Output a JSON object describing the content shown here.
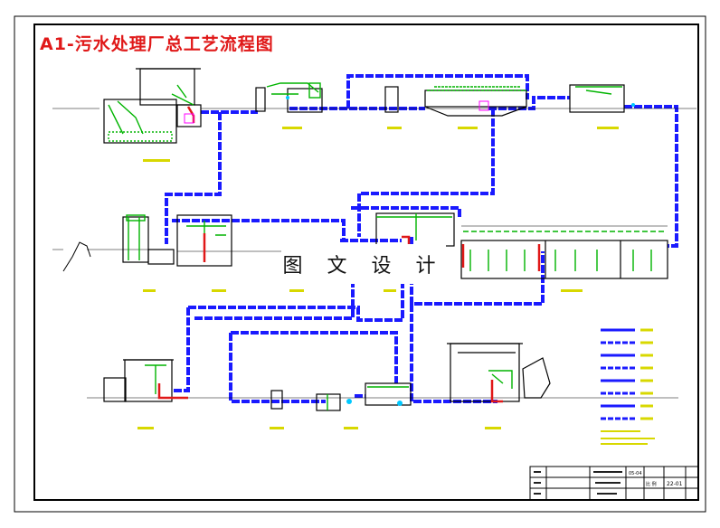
{
  "title": "A1-污水处理厂总工艺流程图",
  "watermark": "图 文 设 计",
  "title_block": {
    "code": "05-04",
    "scale_label": "比 例",
    "sheet_no": "22-01"
  },
  "colors": {
    "pipe": "#1a1aff",
    "equipment": "#00b400",
    "structure": "#000000",
    "sludge": "#e01818",
    "label": "#d8d800",
    "accent_cyan": "#00c8ff",
    "accent_magenta": "#ff00ff"
  },
  "legend_count": 8
}
